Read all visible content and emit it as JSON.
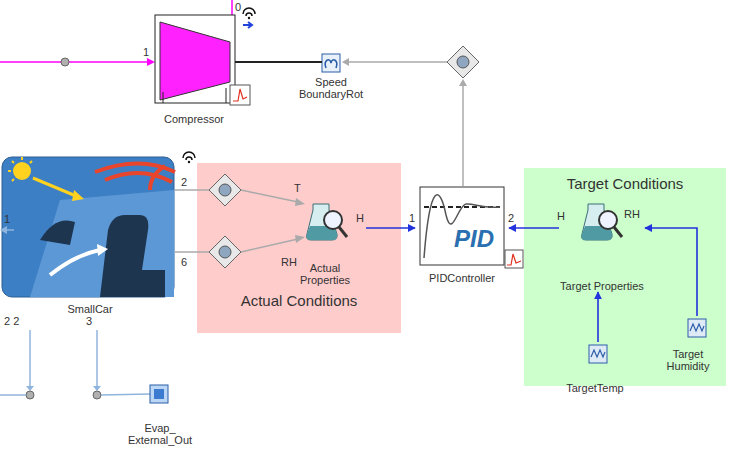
{
  "diagram": {
    "nodes": [
      {
        "text": [
          "Compressor"
        ]
      },
      {
        "text": [
          "Speed BoundaryRot"
        ]
      },
      {
        "text": [
          "SmallCar"
        ]
      },
      {
        "text": [
          "Actual Conditions"
        ]
      },
      {
        "text": [
          "Actual Properties"
        ],
        "in": 3
      },
      {
        "text": [
          "PID",
          "PIDController"
        ]
      },
      {
        "text": [
          "Target Conditions"
        ]
      },
      {
        "text": [
          "Target Properties"
        ],
        "in": 6
      },
      {
        "text": [
          "TargetTemp"
        ],
        "in": 6
      },
      {
        "text": [
          "Target Humidity"
        ],
        "in": 6
      },
      {
        "text": [
          "Evap_ External_Out"
        ]
      }
    ],
    "edges": [
      {
        "from": 0,
        "to": 1,
        "arrow": "none"
      },
      {
        "from": 4,
        "to": 5,
        "arrow": "to"
      },
      {
        "from": 7,
        "to": 5,
        "arrow": "to"
      },
      {
        "from": 8,
        "to": 7,
        "arrow": "to"
      },
      {
        "from": 9,
        "to": 7,
        "arrow": "to"
      }
    ],
    "labels": [
      "0",
      "1",
      "2",
      "6",
      "1",
      "2 2",
      "3",
      "T",
      "RH",
      "H",
      "1",
      "2",
      "H",
      "RH"
    ]
  }
}
